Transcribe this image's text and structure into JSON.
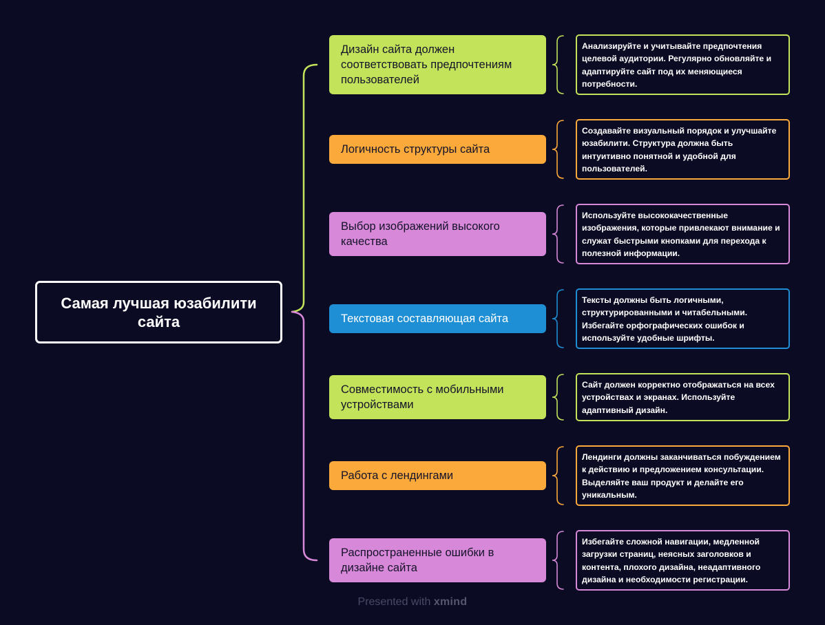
{
  "root": {
    "label": "Самая лучшая юзабилити сайта"
  },
  "branches": [
    {
      "topic": "Дизайн сайта должен соответствовать предпочтениям пользователей",
      "note": "Анализируйте и учитывайте предпочтения целевой аудитории. Регулярно обновляйте и адаптируйте сайт под их меняющиеся потребности.",
      "color": "#c3e35a"
    },
    {
      "topic": "Логичность структуры сайта",
      "note": "Создавайте визуальный порядок и улучшайте юзабилити. Структура должна быть интуитивно понятной и удобной для пользователей.",
      "color": "#fba93a"
    },
    {
      "topic": "Выбор изображений высокого качества",
      "note": "Используйте высококачественные изображения, которые привлекают внимание и служат быстрыми кнопками для перехода к полезной информации.",
      "color": "#d888d8"
    },
    {
      "topic": "Текстовая составляющая сайта",
      "note": "Тексты должны быть логичными, структурированными и читабельными. Избегайте орфографических ошибок и используйте удобные шрифты.",
      "color": "#1e8fd4"
    },
    {
      "topic": "Совместимость с мобильными устройствами",
      "note": "Сайт должен корректно отображаться на всех устройствах и экранах. Используйте адаптивный дизайн.",
      "color": "#c3e35a"
    },
    {
      "topic": "Работа с лендингами",
      "note": "Лендинги должны заканчиваться побуждением к действию и предложением консультации. Выделяйте ваш продукт и делайте его уникальным.",
      "color": "#fba93a"
    },
    {
      "topic": "Распространенные ошибки в дизайне сайта",
      "note": "Избегайте сложной навигации, медленной загрузки страниц, неясных заголовков и контента, плохого дизайна, неадаптивного дизайна и необходимости регистрации.",
      "color": "#d888d8"
    }
  ],
  "footer": {
    "prefix": "Presented with",
    "brand": "xmind"
  }
}
